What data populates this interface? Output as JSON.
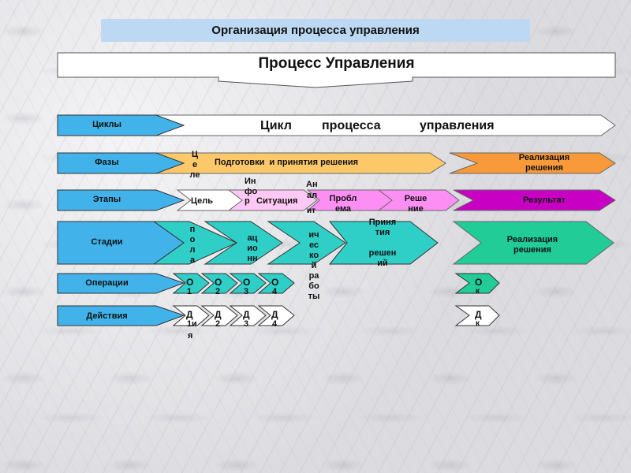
{
  "title": "Организация процесса управления",
  "banner": "Процесс Управления",
  "colors": {
    "label_blue": "#41b3ea",
    "title_band": "#bcd8f2",
    "phase_prep": "#fcc86a",
    "phase_impl": "#f99a3a",
    "stage_goal": "#ffffff",
    "stage_situation": "#ffc8f5",
    "stage_problem": "#fc8ef4",
    "stage_result": "#c800c4",
    "teal": "#2fcfc8",
    "teal_impl": "#21cc96"
  },
  "rows": {
    "cycles": {
      "label": "Циклы",
      "arrow": [
        "Цикл",
        "процесса",
        "управления"
      ]
    },
    "phases": {
      "label": "Фазы",
      "prep": "Подготовки  и принятия решения",
      "prep_overflow": "Це",
      "impl": "Реализация решения"
    },
    "steps": {
      "label": "Этапы",
      "items": [
        "Цель",
        "Ситуация",
        "Проблема",
        "Решение"
      ],
      "overflow_goal": "ле",
      "overflow_info": [
        "Ин",
        "фо",
        "р"
      ],
      "overflow_anal": [
        "Ан",
        "ал",
        "ит"
      ],
      "result": "Результат"
    },
    "stages": {
      "label": "Стадии",
      "items": [
        [
          "п",
          "о",
          "л",
          "а"
        ],
        [
          "ац",
          "ио",
          "нн"
        ],
        [
          "ич",
          "ес",
          "ко",
          "й",
          "ра",
          "бо",
          "ты"
        ],
        [
          "Приня",
          "тия",
          "",
          "решен",
          "ий"
        ]
      ],
      "impl": "Реализация решения"
    },
    "operations": {
      "label": "Операции",
      "items": [
        {
          "letter": "О",
          "sub": "1"
        },
        {
          "letter": "О",
          "sub": "2"
        },
        {
          "letter": "О",
          "sub": "3"
        },
        {
          "letter": "О",
          "sub": "4"
        }
      ],
      "extra": {
        "letter": "О",
        "sub": "к"
      }
    },
    "actions": {
      "label": "Действия",
      "items": [
        {
          "letter": "Д",
          "sub": "1",
          "sub2": "ия",
          "sub3": "я"
        },
        {
          "letter": "Д",
          "sub": "2"
        },
        {
          "letter": "Д",
          "sub": "3"
        },
        {
          "letter": "Д",
          "sub": "4"
        }
      ],
      "extra": {
        "letter": "Д",
        "sub": "к"
      }
    }
  }
}
